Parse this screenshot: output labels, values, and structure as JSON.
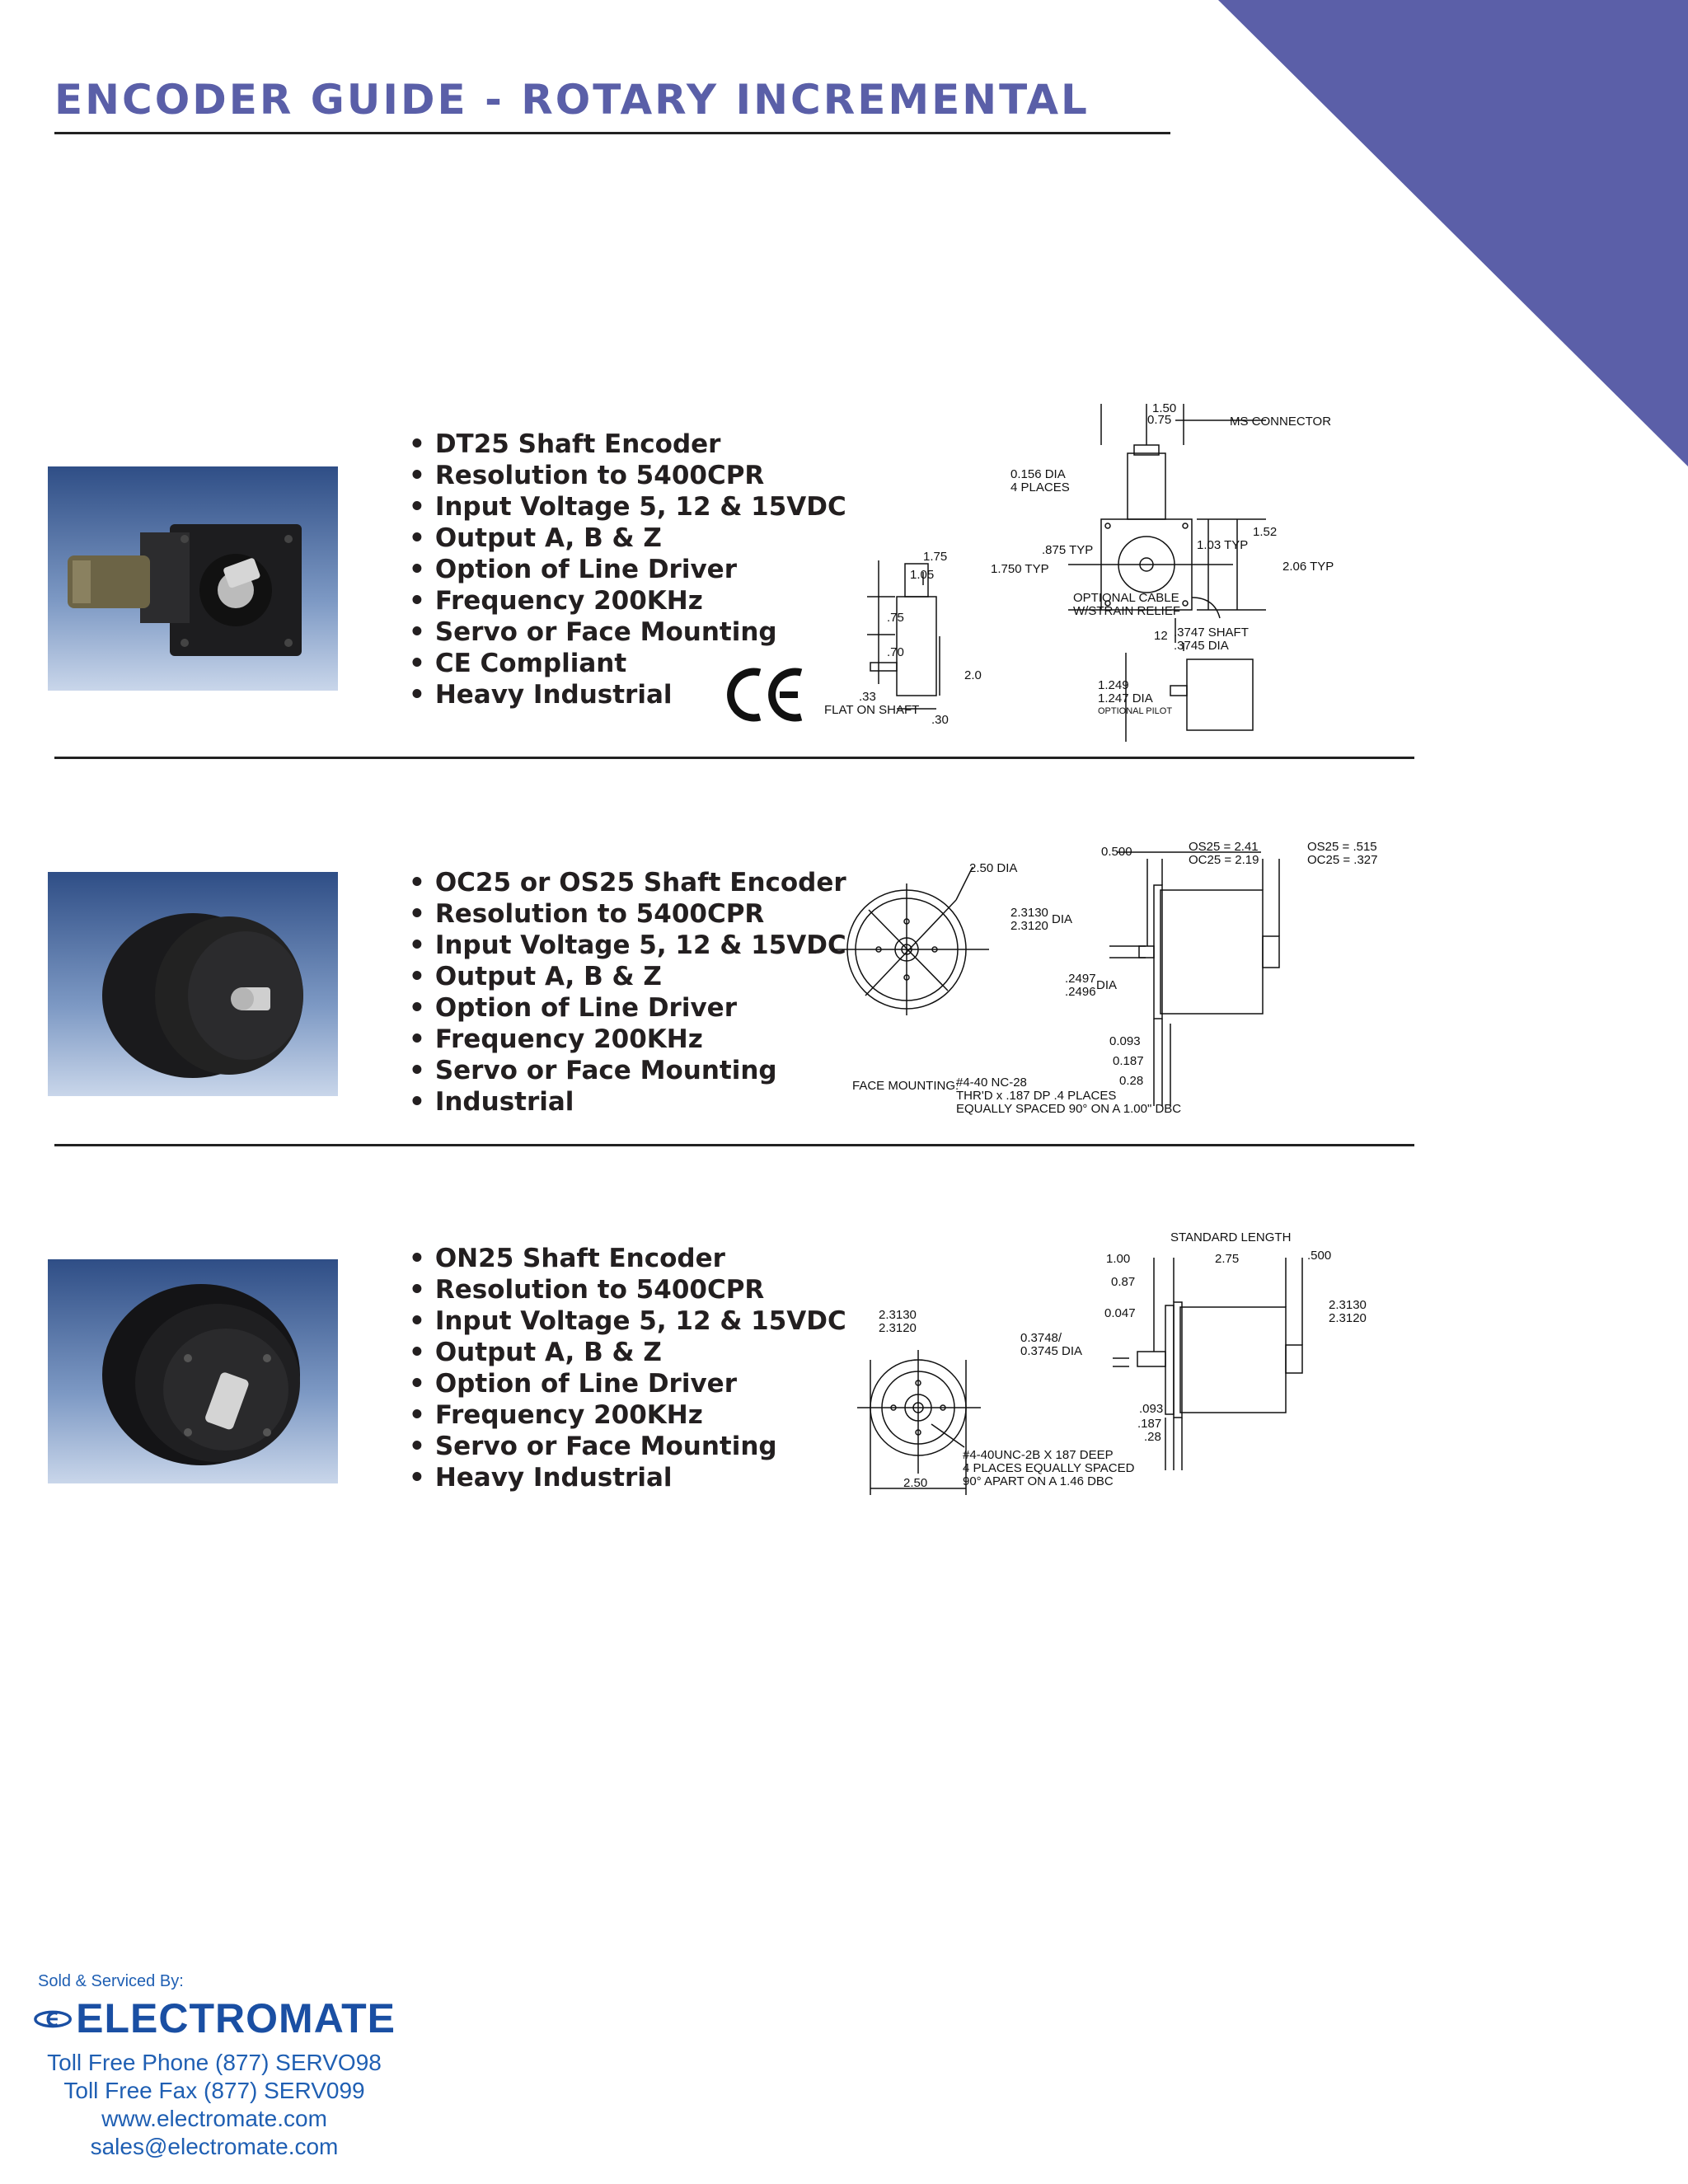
{
  "page": {
    "title": "ENCODER GUIDE - ROTARY INCREMENTAL",
    "accent_color": "#5b5fa8"
  },
  "encoders": [
    {
      "features": [
        "DT25 Shaft Encoder",
        "Resolution to 5400CPR",
        "Input Voltage 5, 12 & 15VDC",
        "Output A, B & Z",
        "Option of Line Driver",
        "Frequency 200KHz",
        "Servo or Face Mounting",
        "CE Compliant",
        "Heavy Industrial"
      ],
      "ce_mark": "CE",
      "drawing_labels": {
        "d150": "1.50",
        "d075": "0.75",
        "ms_connector": "MS CONNECTOR",
        "dia0156": "0.156 DIA",
        "places4": "4 PLACES",
        "d175": "1.75",
        "d105": "1.05",
        "d1750typ": "1.750 TYP",
        "d875typ": ".875 TYP",
        "d103typ": "1.03 TYP",
        "d152": "1.52",
        "d206typ": "2.06 TYP",
        "optional_cable": "OPTIONAL CABLE",
        "strain_relief": "W/STRAIN RELIEF",
        "d75": ".75",
        "d70": ".70",
        "d12": "12",
        "shaft3747": ".3747 SHAFT",
        "dia3745": ".3745 DIA",
        "d2": "2.0",
        "d33": ".33",
        "flat_on_shaft": "FLAT ON SHAFT",
        "d30": ".30",
        "d1249": "1.249",
        "d1247dia": "1.247  DIA",
        "optional_pilot": "OPTIONAL PILOT"
      }
    },
    {
      "features": [
        "OC25 or OS25 Shaft Encoder",
        "Resolution to 5400CPR",
        "Input Voltage 5, 12 & 15VDC",
        "Output A, B & Z",
        "Option of Line Driver",
        "Frequency 200KHz",
        "Servo or Face Mounting",
        "Industrial"
      ],
      "drawing_labels": {
        "dia250": "2.50 DIA",
        "d23130": "2.3130",
        "d23120": "2.3120",
        "dia": "DIA",
        "d2497": ".2497",
        "d2496": ".2496",
        "dia2": "DIA",
        "d0500": "0.500",
        "os25len": "OS25 = 2.41",
        "oc25len": "OC25 = 2.19",
        "os25s": "OS25 = .515",
        "oc25s": "OC25 = .327",
        "d0093": "0.093",
        "d0187": "0.187",
        "d028": "0.28",
        "face_mounting": "FACE MOUNTING:",
        "fm1": "#4-40 NC-28",
        "fm2": "THR'D x .187 DP .4 PLACES",
        "fm3": "EQUALLY SPACED 90° ON A 1.00\" DBC"
      }
    },
    {
      "features": [
        "ON25 Shaft Encoder",
        "Resolution to 5400CPR",
        "Input Voltage 5, 12 & 15VDC",
        "Output A, B & Z",
        "Option of Line Driver",
        "Frequency 200KHz",
        "Servo or Face Mounting",
        "Heavy Industrial"
      ],
      "drawing_labels": {
        "standard_length": "STANDARD LENGTH",
        "d100": "1.00",
        "d275": "2.75",
        "d500": ".500",
        "d087": "0.87",
        "d0047": "0.047",
        "r23130": "2.3130",
        "r23120": "2.3120",
        "l23130": "2.3130",
        "l23120": "2.3120",
        "d3748": "0.3748/",
        "d3745dia": "0.3745 DIA",
        "d093": ".093",
        "d187": ".187",
        "d28": ".28",
        "n1": "#4-40UNC-2B X 187 DEEP",
        "n2": "4 PLACES EQUALLY SPACED",
        "n3": "90° APART ON A 1.46 DBC",
        "d250": "2.50"
      }
    }
  ],
  "footer": {
    "sold_by": "Sold & Serviced By:",
    "brand": "ELECTROMATE",
    "phone": "Toll Free Phone  (877) SERVO98",
    "fax": "Toll Free Fax  (877) SERV099",
    "web": "www.electromate.com",
    "email": "sales@electromate.com"
  }
}
